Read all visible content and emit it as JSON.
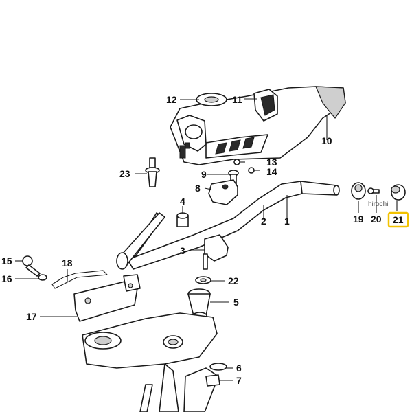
{
  "callouts": [
    {
      "id": "1",
      "label": "1"
    },
    {
      "id": "2",
      "label": "2"
    },
    {
      "id": "3",
      "label": "3"
    },
    {
      "id": "4",
      "label": "4"
    },
    {
      "id": "5",
      "label": "5"
    },
    {
      "id": "6",
      "label": "6"
    },
    {
      "id": "7",
      "label": "7"
    },
    {
      "id": "8",
      "label": "8"
    },
    {
      "id": "9",
      "label": "9"
    },
    {
      "id": "10",
      "label": "10"
    },
    {
      "id": "11",
      "label": "11"
    },
    {
      "id": "12",
      "label": "12"
    },
    {
      "id": "13",
      "label": "13"
    },
    {
      "id": "14",
      "label": "14"
    },
    {
      "id": "15",
      "label": "15"
    },
    {
      "id": "16",
      "label": "16"
    },
    {
      "id": "17",
      "label": "17"
    },
    {
      "id": "18",
      "label": "18"
    },
    {
      "id": "19",
      "label": "19"
    },
    {
      "id": "20",
      "label": "20"
    },
    {
      "id": "21",
      "label": "21"
    },
    {
      "id": "22",
      "label": "22"
    },
    {
      "id": "23",
      "label": "23"
    }
  ],
  "highlighted_part": "21",
  "highlight_color": "#f2c200",
  "watermark": "hirochi"
}
